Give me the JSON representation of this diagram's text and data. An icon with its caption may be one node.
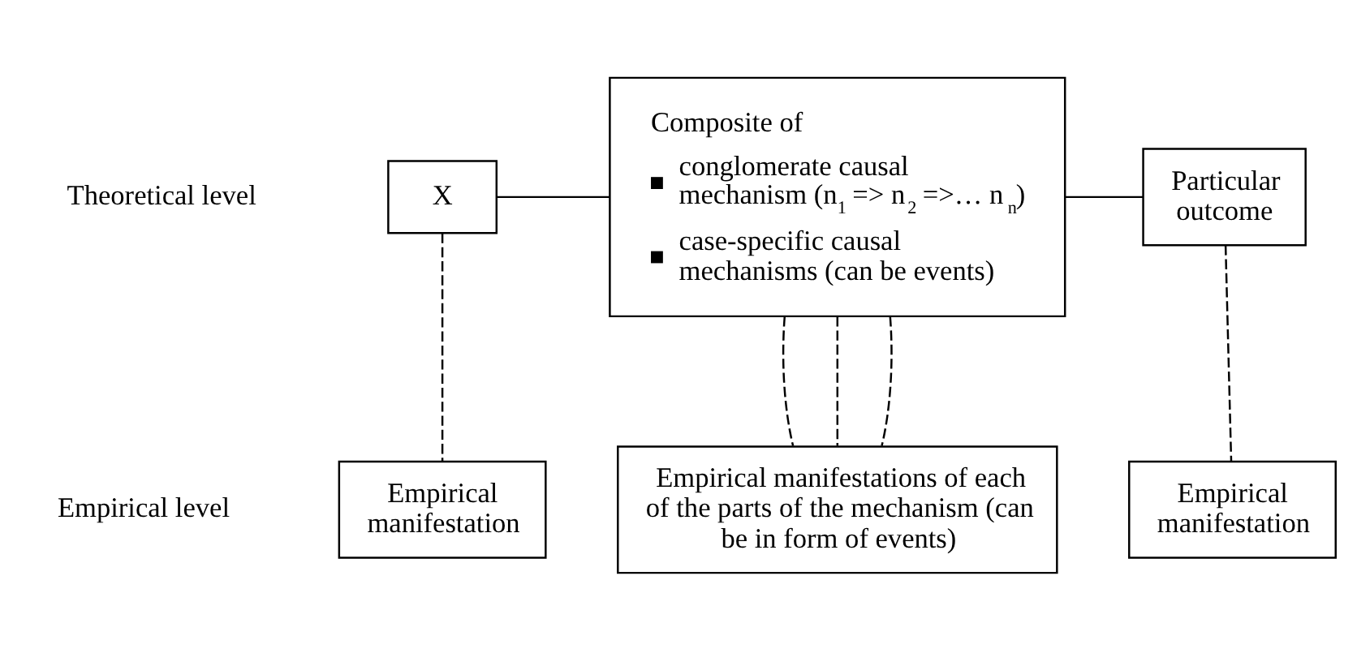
{
  "diagram": {
    "nodes": [
      {
        "text": [
          "X"
        ]
      },
      {
        "text": [
          "Composite of",
          "conglomerate causal mechanism (n$_{1}$ => n$_{2}$ =>… n$_{n}$)",
          "case-specific causal mechanisms (can be events)"
        ]
      },
      {
        "text": [
          "Particular outcome"
        ]
      },
      {
        "text": [
          "Empirical manifestation"
        ]
      },
      {
        "text": [
          "Empirical manifestations of each of the parts of the mechanism (can be in form of events)"
        ]
      },
      {
        "text": [
          "Empirical manifestation"
        ]
      }
    ],
    "edges": [
      {
        "from": 0,
        "to": 1,
        "arrow": "none"
      },
      {
        "from": 1,
        "to": 2,
        "arrow": "none"
      },
      {
        "from": 0,
        "to": 3,
        "arrow": "none",
        "style": "dashed"
      },
      {
        "from": 1,
        "to": 4,
        "arrow": "none",
        "style": "dashed"
      },
      {
        "from": 1,
        "to": 4,
        "arrow": "none",
        "style": "dashed"
      },
      {
        "from": 1,
        "to": 4,
        "arrow": "none",
        "style": "dashed"
      },
      {
        "from": 2,
        "to": 5,
        "arrow": "none",
        "style": "dashed"
      }
    ],
    "labels": [
      "Theoretical level",
      "Empirical level"
    ]
  }
}
